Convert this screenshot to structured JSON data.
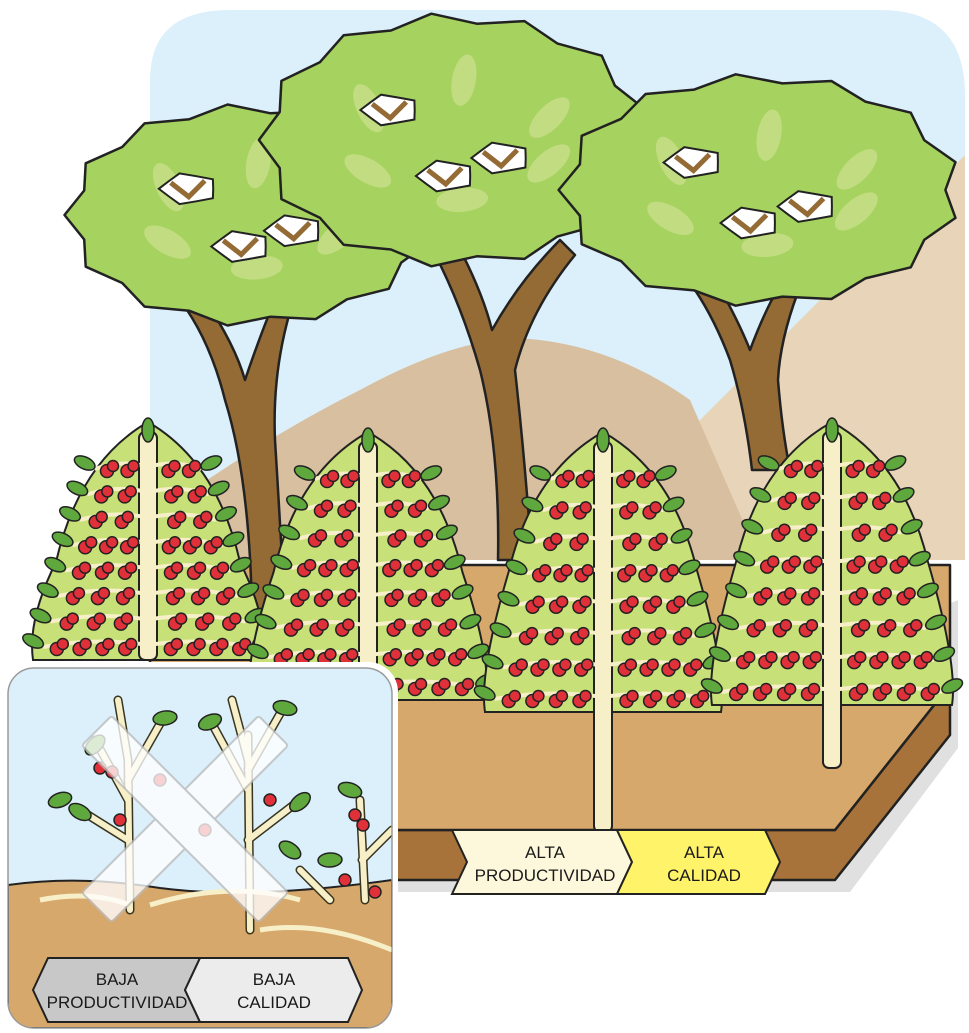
{
  "main_scene": {
    "labels": [
      {
        "line1": "ALTA",
        "line2": "PRODUCTIVIDAD"
      },
      {
        "line1": "ALTA",
        "line2": "CALIDAD"
      }
    ]
  },
  "inset": {
    "labels": [
      {
        "line1": "BAJA",
        "line2": "PRODUCTIVIDAD"
      },
      {
        "line1": "BAJA",
        "line2": "CALIDAD"
      }
    ]
  },
  "colors": {
    "sky": "#dcf0fb",
    "hill": "#e8d4b8",
    "hill_near": "#d8bfa0",
    "ground": "#d7a86b",
    "ground_side": "#a8733a",
    "canopy": "#a6d25f",
    "canopy_light": "#c9e08a",
    "trunk": "#946a35",
    "leaf": "#5fa83d",
    "bush_bg": "#c8e078",
    "cherry": "#e0303a",
    "stem": "#f6efc8",
    "label_alta_productividad": "#fdf8dc",
    "label_alta_calidad": "#fff36a",
    "label_baja_productividad": "#c8c8c8",
    "label_baja_calidad": "#ececec"
  }
}
